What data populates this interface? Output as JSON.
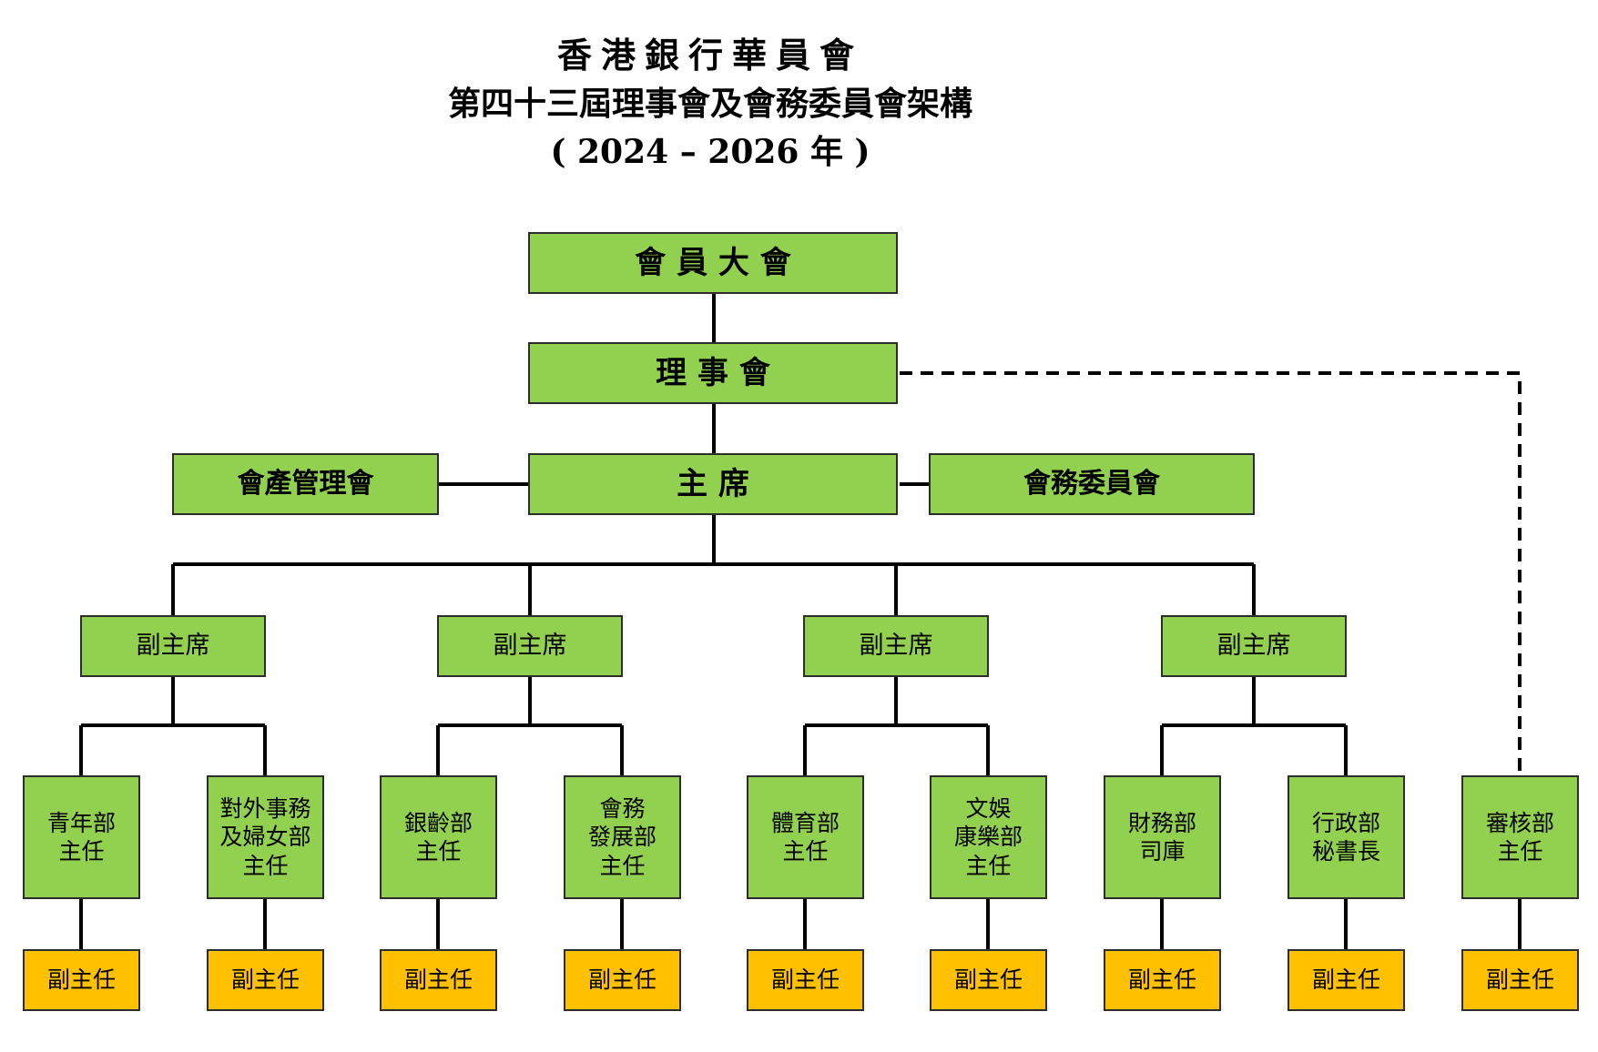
{
  "title": {
    "line1": "香港銀行華員會",
    "line2": "第四十三屆理事會及會務委員會架構",
    "line3": "( 2024 – 2026 年 )"
  },
  "general_meeting": "會  員  大  會",
  "council": "理  事  會",
  "chairman": "主    席",
  "property_committee": "會產管理會",
  "affairs_committee": "會務委員會",
  "vice_chairs": [
    "副主席",
    "副主席",
    "副主席",
    "副主席"
  ],
  "departments": [
    "青年部\n主任",
    "對外事務\n及婦女部\n主任",
    "銀齡部\n主任",
    "會務\n發展部\n主任",
    "體育部\n主任",
    "文娛\n康樂部\n主任",
    "財務部\n司庫",
    "行政部\n秘書長",
    "審核部\n主任"
  ],
  "deputies": [
    "副主任",
    "副主任",
    "副主任",
    "副主任",
    "副主任",
    "副主任",
    "副主任",
    "副主任",
    "副主任"
  ],
  "colors": {
    "green": "#92d050",
    "orange": "#ffc000",
    "border": "#2d2d2d"
  }
}
